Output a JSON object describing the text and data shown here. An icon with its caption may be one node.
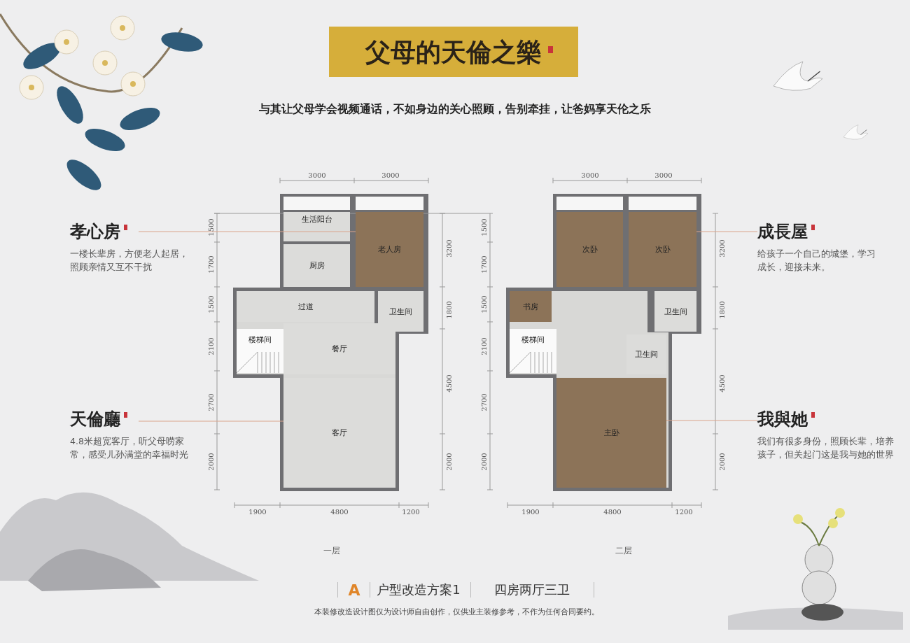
{
  "diagram": {
    "title": "父母的天倫之樂",
    "nodes": [
      {
        "text": [
          "孝心房",
          "一楼长辈房，方便老人起居，照顾亲情又互不干扰"
        ]
      },
      {
        "text": [
          "天倫廳",
          "4.8米超宽客厅，听父母唠家常，感受儿孙满堂的幸福时光"
        ]
      },
      {
        "text": [
          "成長屋",
          "给孩子一个自己的城堡，学习成长，迎接未来。"
        ]
      },
      {
        "text": [
          "我與她",
          "我们有很多身份，照顾长辈，培养孩子，但关起门这是我与她的世界"
        ]
      },
      {
        "text": [
          "生活阳台"
        ]
      },
      {
        "text": [
          "老人房"
        ]
      },
      {
        "text": [
          "厨房"
        ]
      },
      {
        "text": [
          "过道"
        ]
      },
      {
        "text": [
          "卫生间"
        ]
      },
      {
        "text": [
          "楼梯间"
        ]
      },
      {
        "text": [
          "餐厅"
        ]
      },
      {
        "text": [
          "客厅"
        ]
      },
      {
        "text": [
          "次卧"
        ]
      },
      {
        "text": [
          "次卧"
        ]
      },
      {
        "text": [
          "书房"
        ]
      },
      {
        "text": [
          "卫生间"
        ]
      },
      {
        "text": [
          "楼梯间"
        ]
      },
      {
        "text": [
          "卫生间"
        ]
      },
      {
        "text": [
          "主卧"
        ]
      }
    ],
    "edges": [
      {
        "from": 0,
        "to": 5,
        "arrow": "none"
      },
      {
        "from": 1,
        "to": 11,
        "arrow": "none"
      },
      {
        "from": 2,
        "to": 13,
        "arrow": "none"
      },
      {
        "from": 3,
        "to": 18,
        "arrow": "none"
      }
    ],
    "labels": [
      "与其让父母学会视频通话，不如身边的关心照顾，告别牵挂，让爸妈享天伦之乐",
      "3000",
      "3000",
      "3000",
      "3000",
      "1500",
      "1700",
      "1500",
      "2100",
      "2700",
      "2000",
      "3200",
      "1800",
      "4500",
      "2000",
      "1500",
      "1700",
      "1500",
      "2100",
      "2700",
      "2000",
      "3200",
      "1800",
      "4500",
      "2000",
      "1900",
      "4800",
      "1200",
      "1900",
      "4800",
      "1200",
      "一层",
      "二层",
      "A",
      "户型改造方案1",
      "四房两厅三卫",
      "本装修改造设计图仅为设计师自由创作，仅供业主装修参考，不作为任何合同要约。"
    ]
  }
}
